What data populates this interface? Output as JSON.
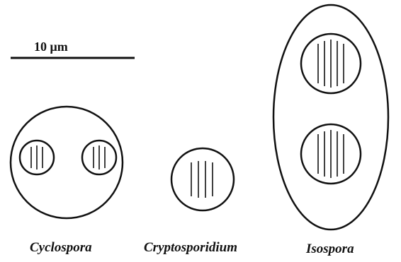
{
  "scale_bar": {
    "label": "10 μm"
  },
  "organisms": [
    {
      "name": "Cyclospora",
      "description_shape": "round oocyst with two sporocysts"
    },
    {
      "name": "Cryptosporidium",
      "description_shape": "round oocyst with sporozoites"
    },
    {
      "name": "Isospora",
      "description_shape": "ellipsoid oocyst with two sporocysts"
    }
  ]
}
